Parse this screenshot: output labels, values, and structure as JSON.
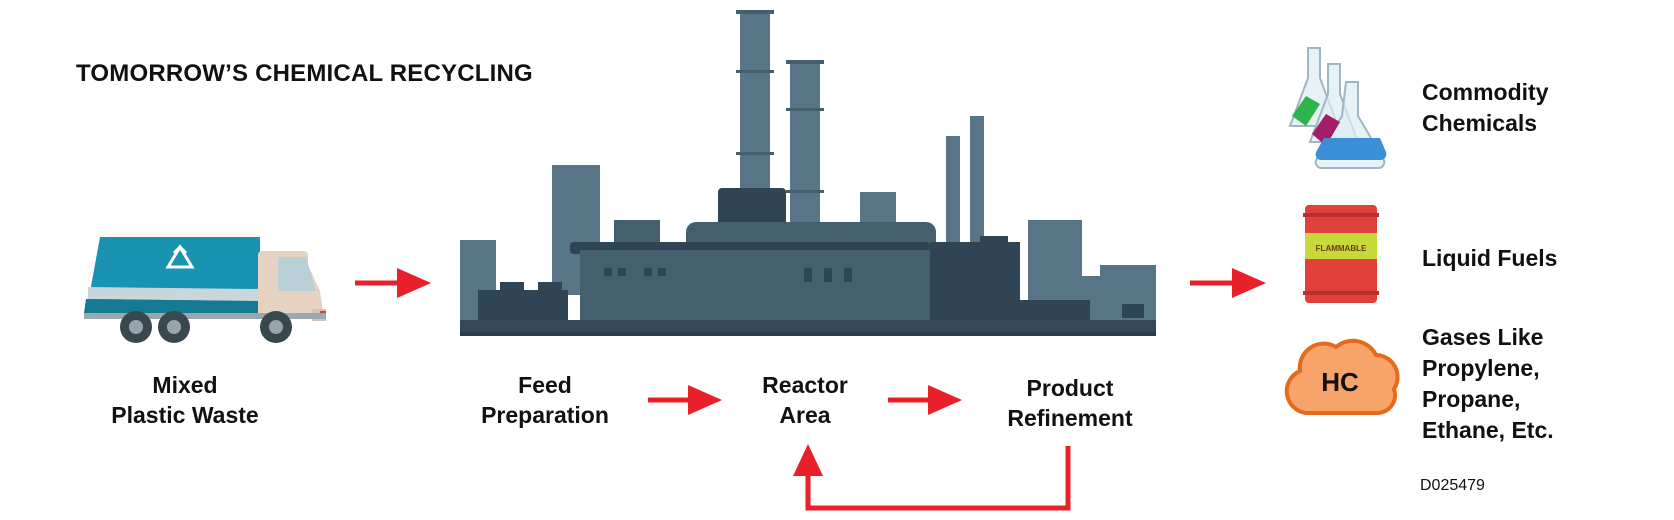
{
  "title": "TOMORROW’S CHEMICAL RECYCLING",
  "truck": {
    "label_line1": "Mixed",
    "label_line2": "Plastic Waste",
    "icon": "recycle-icon"
  },
  "process_steps": [
    {
      "line1": "Feed",
      "line2": "Preparation"
    },
    {
      "line1": "Reactor",
      "line2": "Area"
    },
    {
      "line1": "Product",
      "line2": "Refinement"
    }
  ],
  "outputs": [
    {
      "lines": [
        "Commodity",
        "Chemicals"
      ],
      "icon": "flask-icon"
    },
    {
      "lines": [
        "Liquid Fuels"
      ],
      "icon": "fuel-barrel-icon",
      "barrel_text": "FLAMMABLE"
    },
    {
      "lines": [
        "Gases Like",
        "Propylene,",
        "Propane,",
        "Ethane, Etc."
      ],
      "icon": "gas-cloud-icon",
      "cloud_text": "HC"
    }
  ],
  "diagram_code": "D025479",
  "colors": {
    "arrow": "#e8202a",
    "factory_dark": "#33495a",
    "factory_mid": "#44606f",
    "factory_light": "#577586",
    "truck_body": "#1a93b0",
    "cabin": "#e6d2c0",
    "cloud": "#f7a46a",
    "barrel": "#e0403a"
  }
}
